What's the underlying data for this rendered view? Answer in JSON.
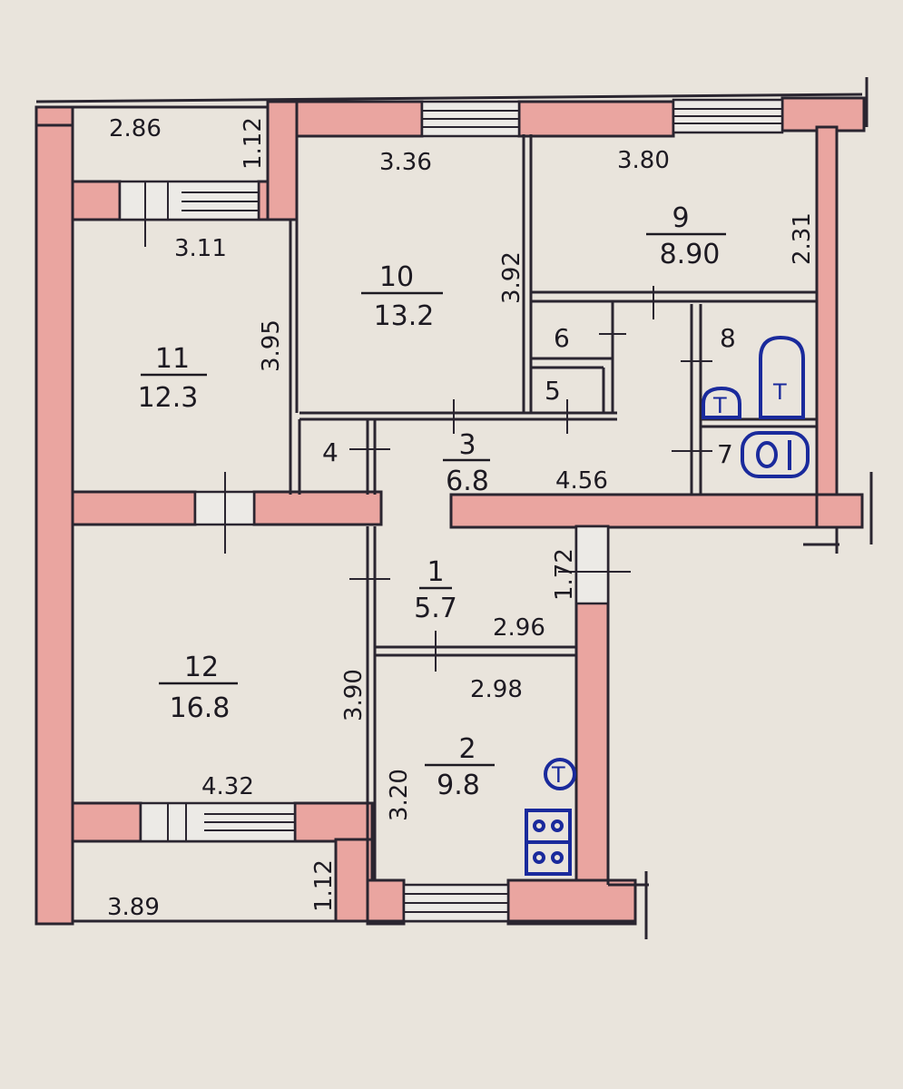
{
  "rooms": [
    {
      "id": "r1",
      "number": "1",
      "area": "5.7"
    },
    {
      "id": "r2",
      "number": "2",
      "area": "9.8"
    },
    {
      "id": "r3",
      "number": "3",
      "area": "6.8"
    },
    {
      "id": "r4",
      "number": "4"
    },
    {
      "id": "r5",
      "number": "5"
    },
    {
      "id": "r6",
      "number": "6"
    },
    {
      "id": "r7",
      "number": "7"
    },
    {
      "id": "r8",
      "number": "8"
    },
    {
      "id": "r9",
      "number": "9",
      "area": "8.90"
    },
    {
      "id": "r10",
      "number": "10",
      "area": "13.2"
    },
    {
      "id": "r11",
      "number": "11",
      "area": "12.3"
    },
    {
      "id": "r12",
      "number": "12",
      "area": "16.8"
    }
  ],
  "dimensions": {
    "balcony_top_width": "2.86",
    "balcony_top_depth": "1.12",
    "room11_width": "3.11",
    "room11_depth": "3.95",
    "room10_width": "3.36",
    "room10_depth": "3.92",
    "room9_width": "3.80",
    "room9_depth": "2.31",
    "hall_length": "4.56",
    "room1_depth": "1.72",
    "room1_width": "2.96",
    "room2_width": "2.98",
    "room2_depth": "3.20",
    "room12_depth": "3.90",
    "room12_width": "4.32",
    "balcony_bottom_width": "3.89",
    "balcony_bottom_depth": "1.12"
  },
  "fixtures": {
    "toilet_label": "T",
    "radiator_label": "T",
    "stove_label": "T"
  }
}
